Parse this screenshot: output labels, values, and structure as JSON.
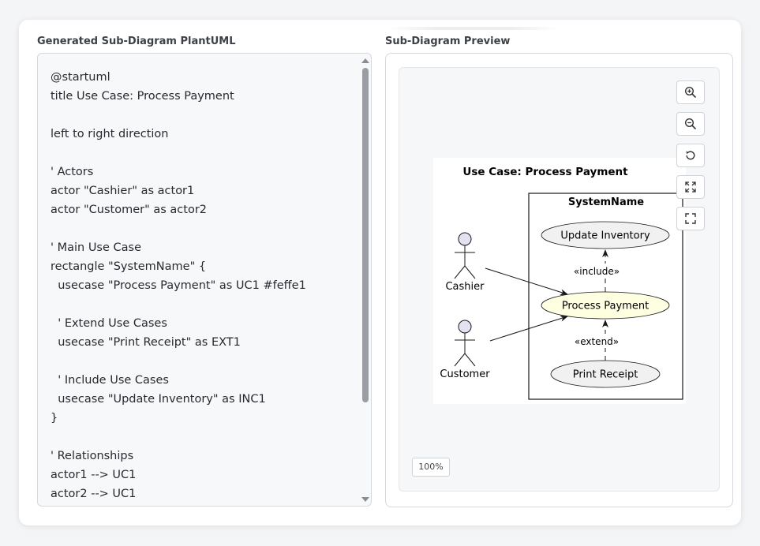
{
  "left_panel": {
    "title": "Generated Sub-Diagram PlantUML",
    "code_lines": [
      "@startuml",
      "title Use Case: Process Payment",
      "",
      "left to right direction",
      "",
      "' Actors",
      "actor \"Cashier\" as actor1",
      "actor \"Customer\" as actor2",
      "",
      "' Main Use Case",
      "rectangle \"SystemName\" {",
      "  usecase \"Process Payment\" as UC1 #feffe1",
      "",
      "  ' Extend Use Cases",
      "  usecase \"Print Receipt\" as EXT1",
      "",
      "  ' Include Use Cases",
      "  usecase \"Update Inventory\" as INC1",
      "}",
      "",
      "' Relationships",
      "actor1 --> UC1",
      "actor2 --> UC1"
    ]
  },
  "right_panel": {
    "title": "Sub-Diagram Preview",
    "zoom_level": "100%",
    "diagram": {
      "title": "Use Case: Process Payment",
      "system_name": "SystemName",
      "actors": [
        "Cashier",
        "Customer"
      ],
      "usecases": {
        "update_inventory": "Update Inventory",
        "process_payment": "Process Payment",
        "print_receipt": "Print Receipt"
      },
      "stereotypes": {
        "include": "«include»",
        "extend": "«extend»"
      },
      "process_payment_fill": "#feffe1",
      "usecase_fill": "#f1f1f1"
    }
  }
}
